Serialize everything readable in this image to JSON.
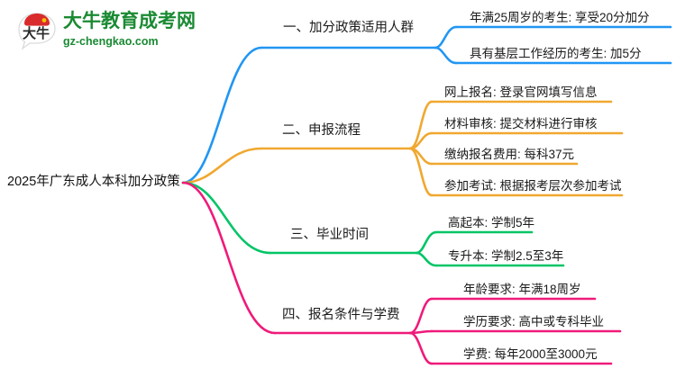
{
  "logo": {
    "mark_icon": "speech-bubble-logo-icon",
    "title": "大牛教育成考网",
    "subtitle": "gz-chengkao.com",
    "brand_color": "#1a8a33",
    "mark_accent_color": "#d92b2b"
  },
  "mindmap": {
    "root": {
      "label": "2025年广东成人本科加分政策"
    },
    "branches": [
      {
        "label": "一、加分政策适用人群",
        "color": "#2196f3",
        "children": [
          {
            "label": "年满25周岁的考生: 享受20分加分"
          },
          {
            "label": "具有基层工作经历的考生: 加5分"
          }
        ]
      },
      {
        "label": "二、申报流程",
        "color": "#f0a830",
        "children": [
          {
            "label": "网上报名: 登录官网填写信息"
          },
          {
            "label": "材料审核: 提交材料进行审核"
          },
          {
            "label": "缴纳报名费用: 每科37元"
          },
          {
            "label": "参加考试: 根据报考层次参加考试"
          }
        ]
      },
      {
        "label": "三、毕业时间",
        "color": "#00c566",
        "children": [
          {
            "label": "高起本: 学制5年"
          },
          {
            "label": "专升本: 学制2.5至3年"
          }
        ]
      },
      {
        "label": "四、报名条件与学费",
        "color": "#f01a7a",
        "children": [
          {
            "label": "年龄要求: 年满18周岁"
          },
          {
            "label": "学历要求: 高中或专科毕业"
          },
          {
            "label": "学费: 每年2000至3000元"
          }
        ]
      }
    ]
  }
}
